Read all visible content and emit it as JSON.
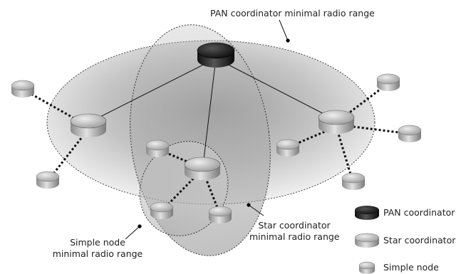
{
  "diagram": {
    "labels": {
      "pan_range": "PAN coordinator minimal radio range",
      "star_range_line1": "Star coordinator",
      "star_range_line2": "minimal radio range",
      "simple_range_line1": "Simple node",
      "simple_range_line2": "minimal radio range"
    },
    "legend": [
      {
        "kind": "pan",
        "label": "PAN coordinator"
      },
      {
        "kind": "star",
        "label": "Star coordinator"
      },
      {
        "kind": "simple",
        "label": "Simple node"
      }
    ],
    "colors": {
      "pan_range_fill": "#c8c8c8",
      "node_pan": "#1a1a1a",
      "node_star": "#a8a8a8",
      "node_simple": "#b4b4b4",
      "link": "#111111"
    }
  }
}
